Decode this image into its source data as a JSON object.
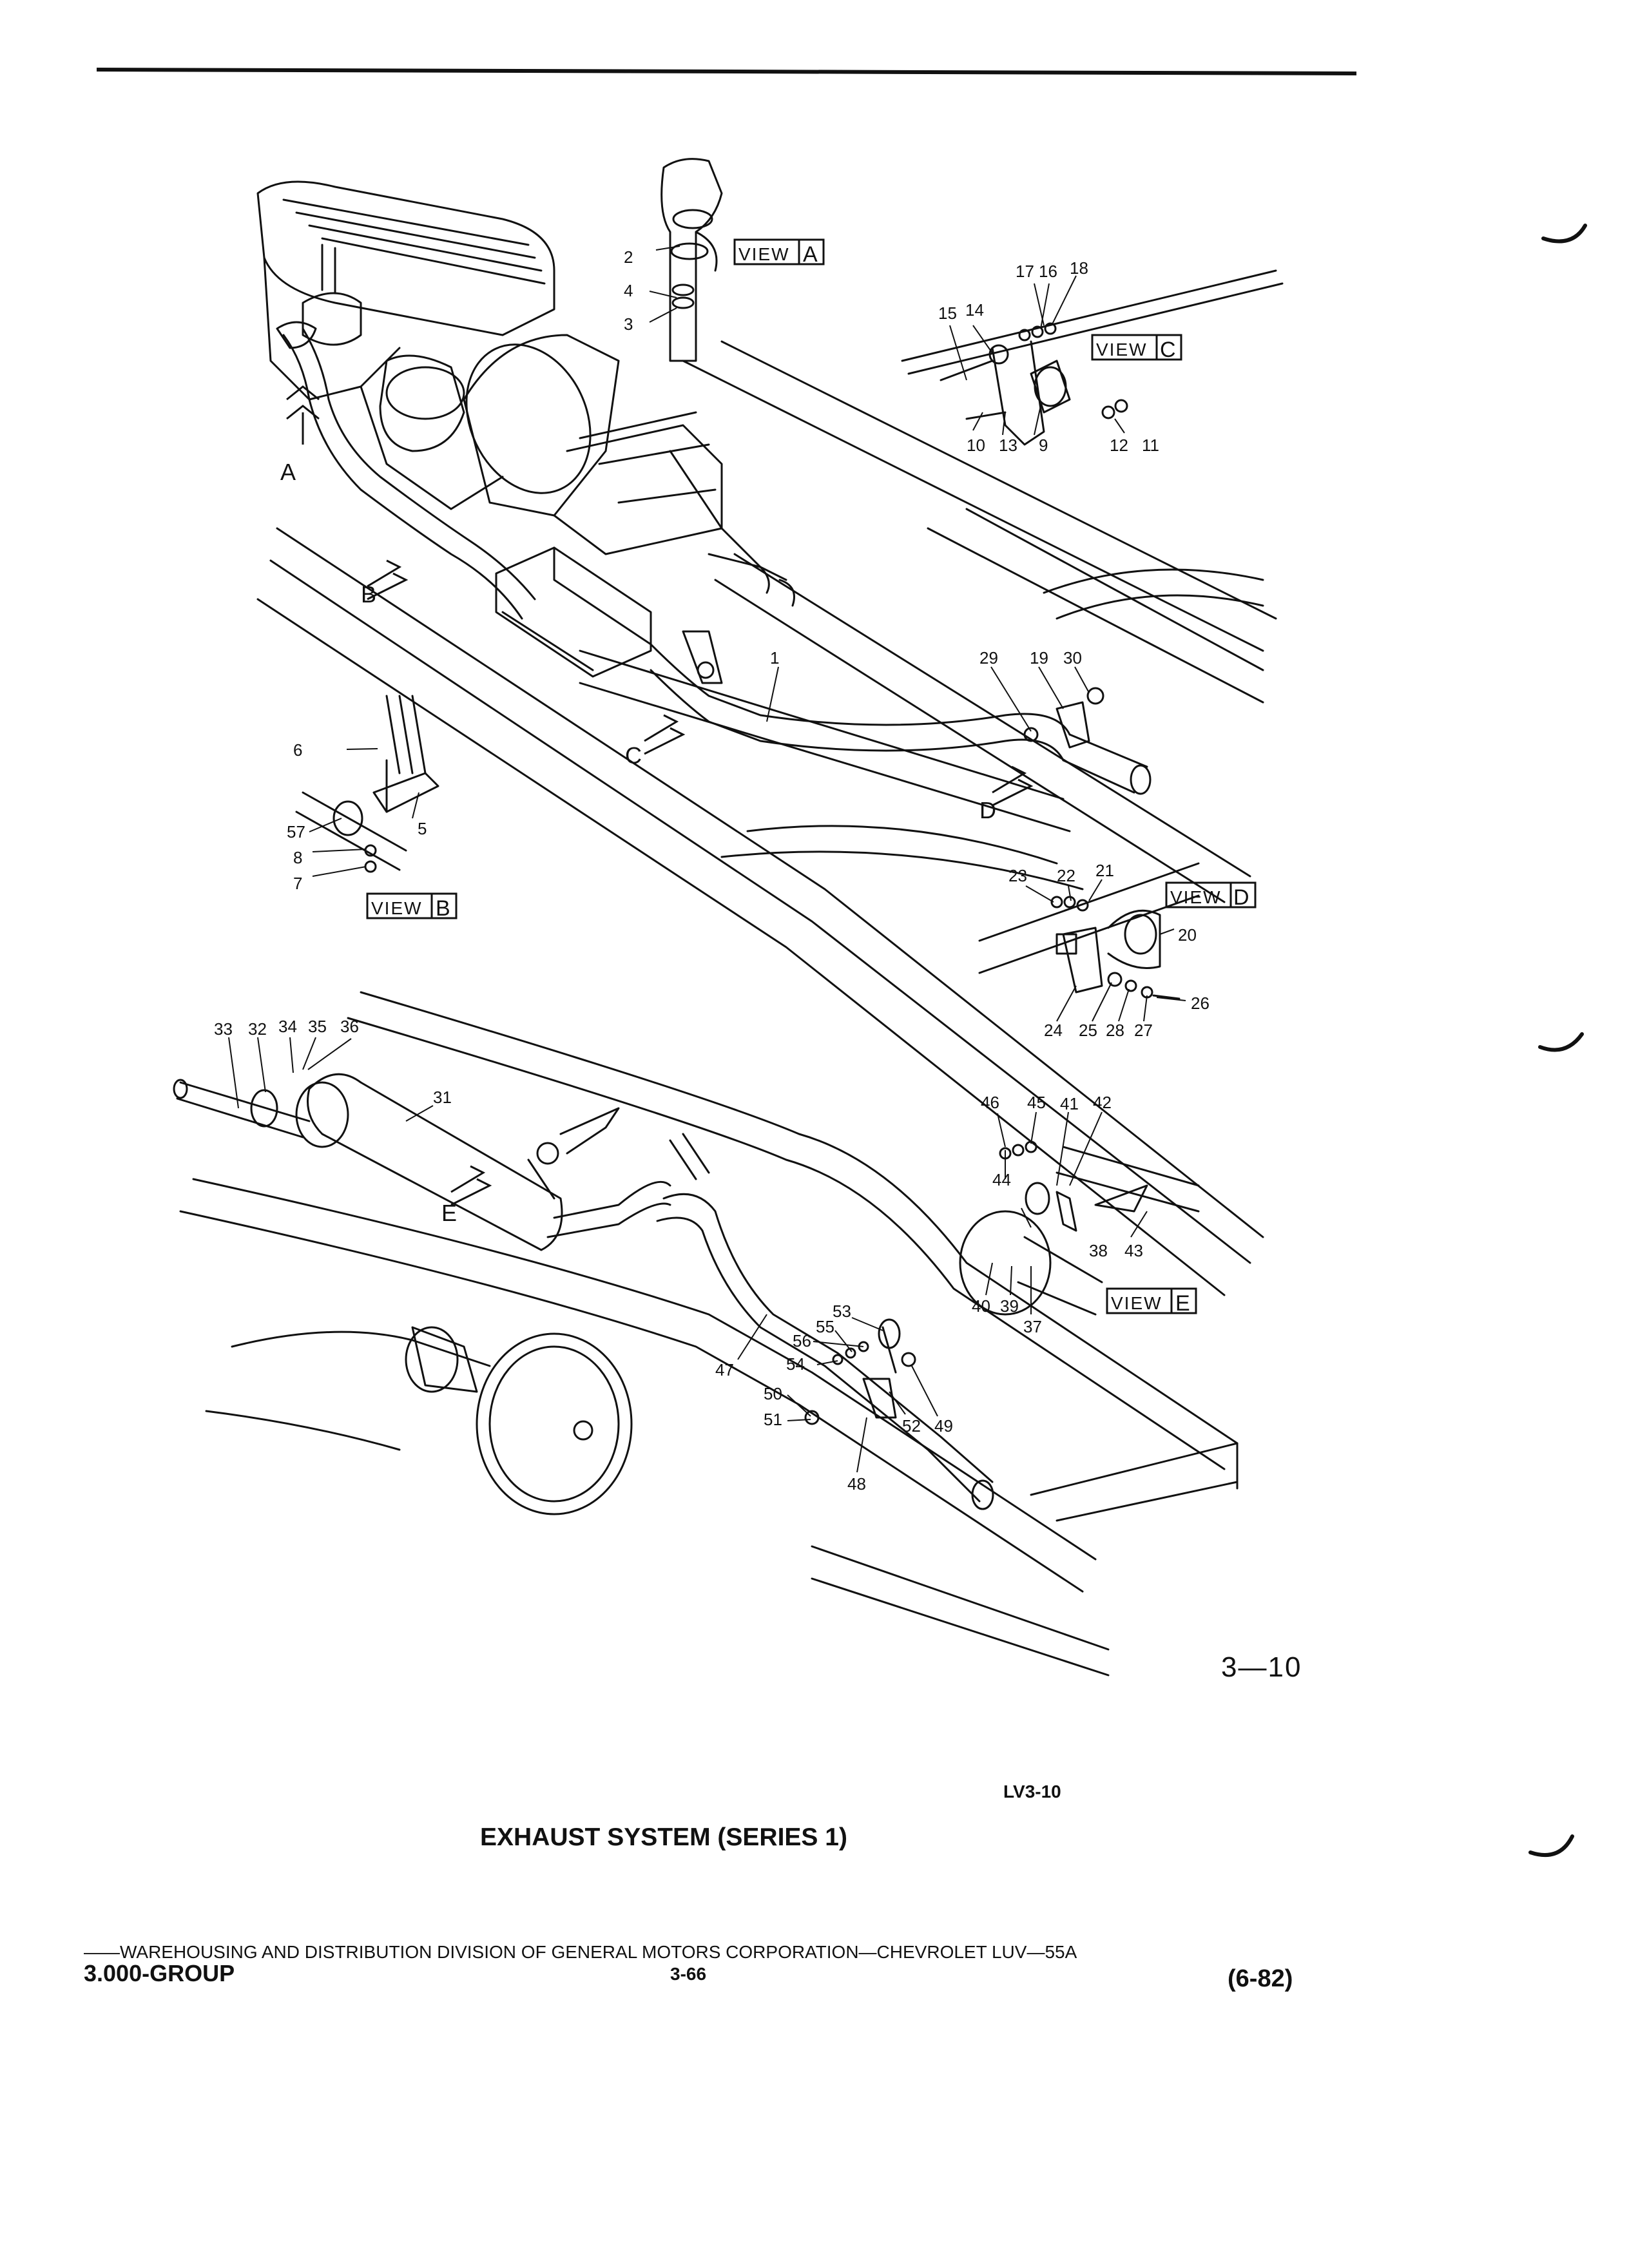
{
  "diagram": {
    "figure_number": "3—10",
    "reference_code": "LV3-10",
    "caption": "EXHAUST SYSTEM (SERIES 1)",
    "view_boxes": [
      {
        "prefix": "VIEW",
        "letter": "A"
      },
      {
        "prefix": "VIEW",
        "letter": "C"
      },
      {
        "prefix": "VIEW",
        "letter": "B"
      },
      {
        "prefix": "VIEW",
        "letter": "D"
      },
      {
        "prefix": "VIEW",
        "letter": "E"
      }
    ],
    "view_arrows": [
      "A",
      "B",
      "C",
      "D",
      "E"
    ],
    "callouts": [
      "1",
      "2",
      "3",
      "4",
      "5",
      "6",
      "7",
      "8",
      "9",
      "10",
      "11",
      "12",
      "13",
      "14",
      "15",
      "16",
      "17",
      "18",
      "19",
      "20",
      "21",
      "22",
      "23",
      "24",
      "25",
      "26",
      "27",
      "28",
      "29",
      "30",
      "31",
      "32",
      "33",
      "34",
      "35",
      "36",
      "37",
      "38",
      "39",
      "40",
      "41",
      "42",
      "43",
      "44",
      "45",
      "46",
      "47",
      "48",
      "49",
      "50",
      "51",
      "52",
      "53",
      "54",
      "55",
      "56",
      "57"
    ]
  },
  "footer": {
    "division_line": "——WAREHOUSING AND DISTRIBUTION DIVISION OF GENERAL MOTORS CORPORATION—CHEVROLET LUV—55A",
    "group": "3.000-GROUP",
    "page": "3-66",
    "date": "(6-82)"
  },
  "colors": {
    "ink": "#111111",
    "paper": "#ffffff"
  }
}
